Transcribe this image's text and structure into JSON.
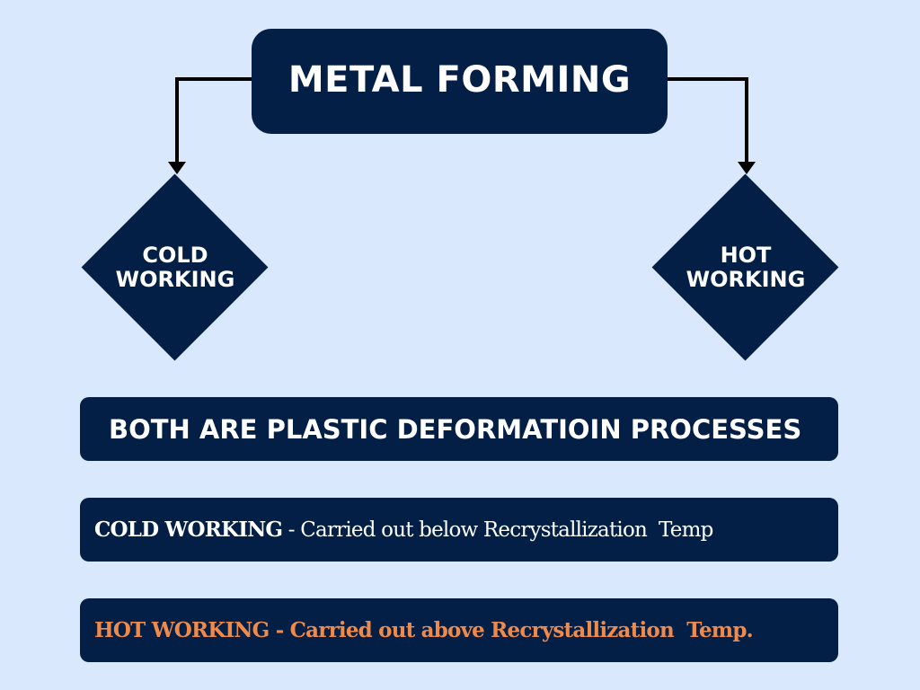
{
  "title": "METAL FORMING",
  "branches": [
    {
      "label_line1": "COLD",
      "label_line2": "WORKING"
    },
    {
      "label_line1": "HOT",
      "label_line2": "WORKING"
    }
  ],
  "summary": "BOTH ARE PLASTIC DEFORMATIOIN PROCESSES",
  "cold_def": {
    "term": "COLD WORKING",
    "text": " - Carried out below Recrystallization  Temp"
  },
  "hot_def": {
    "term": "HOT WORKING",
    "text": " - Carried out above Recrystallization  Temp."
  },
  "colors": {
    "background": "#d9e8fc",
    "box": "#031f45",
    "hot_text": "#f08a4b"
  }
}
